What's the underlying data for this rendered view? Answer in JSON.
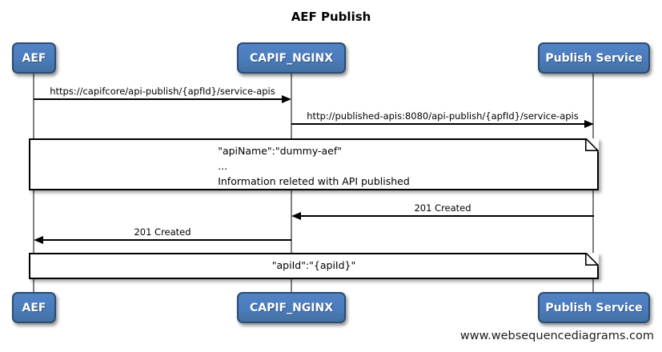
{
  "title": "AEF Publish",
  "actors": [
    {
      "name": "AEF"
    },
    {
      "name": "CAPIF_NGINX"
    },
    {
      "name": "Publish Service"
    }
  ],
  "messages": [
    {
      "from": "AEF",
      "to": "CAPIF_NGINX",
      "direction": "right",
      "label": "https://capifcore/api-publish/{apfId}/service-apis"
    },
    {
      "from": "CAPIF_NGINX",
      "to": "Publish Service",
      "direction": "right",
      "label": "http://published-apis:8080/api-publish/{apfId}/service-apis"
    },
    {
      "from": "Publish Service",
      "to": "CAPIF_NGINX",
      "direction": "left",
      "label": "201 Created"
    },
    {
      "from": "CAPIF_NGINX",
      "to": "AEF",
      "direction": "left",
      "label": "201 Created"
    }
  ],
  "notes": [
    {
      "lines": [
        "\"apiName\":\"dummy-aef\"",
        "...",
        "Information releted with API published"
      ]
    },
    {
      "lines": [
        "\"apiId\":\"{apiId}\""
      ]
    }
  ],
  "footer": "www.websequencediagrams.com",
  "colors": {
    "actor_fill": "#4A7CBD",
    "actor_border": "#2C4B73",
    "lifeline": "#7F7F7F",
    "line": "#000000",
    "note_fill": "#FFFFFF"
  }
}
